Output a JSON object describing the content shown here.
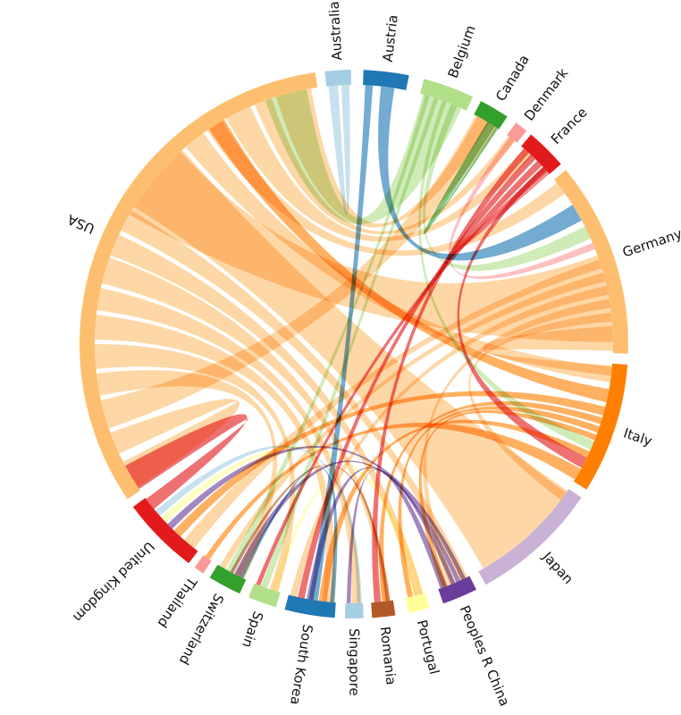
{
  "chart_data": {
    "type": "chord",
    "nodes": [
      {
        "id": "australia",
        "name": "Australia",
        "color": "#a6cee3",
        "start": -6.1,
        "end": -0.6
      },
      {
        "id": "austria",
        "name": "Austria",
        "color": "#1f78b4",
        "start": 2.0,
        "end": 11.6
      },
      {
        "id": "belgium",
        "name": "Belgium",
        "color": "#b2df8a",
        "start": 14.8,
        "end": 25.7
      },
      {
        "id": "canada",
        "name": "Canada",
        "color": "#33a02c",
        "start": 27.6,
        "end": 34.0
      },
      {
        "id": "denmark",
        "name": "Denmark",
        "color": "#fb9a99",
        "start": 36.2,
        "end": 39.0
      },
      {
        "id": "france",
        "name": "France",
        "color": "#e31a1c",
        "start": 40.2,
        "end": 49.0
      },
      {
        "id": "germany",
        "name": "Germany",
        "color": "#fdbf6f",
        "start": 50.6,
        "end": 92.0
      },
      {
        "id": "italy",
        "name": "Italy",
        "color": "#ff7f00",
        "start": 94.3,
        "end": 122.0
      },
      {
        "id": "japan",
        "name": "Japan",
        "color": "#cab2d6",
        "start": 124.0,
        "end": 151.3
      },
      {
        "id": "peoples-r-china",
        "name": "Peoples R China",
        "color": "#6a3d9a",
        "start": 153.5,
        "end": 161.0
      },
      {
        "id": "portugal",
        "name": "Portugal",
        "color": "#ffff99",
        "start": 164.0,
        "end": 168.5
      },
      {
        "id": "romania",
        "name": "Romania",
        "color": "#b15928",
        "start": 171.3,
        "end": 176.2
      },
      {
        "id": "singapore",
        "name": "Singapore",
        "color": "#a6cee3",
        "start": 178.0,
        "end": 181.9
      },
      {
        "id": "south-korea",
        "name": "South Korea",
        "color": "#1f78b4",
        "start": 184.0,
        "end": 194.6
      },
      {
        "id": "spain",
        "name": "Spain",
        "color": "#b2df8a",
        "start": 196.5,
        "end": 202.6
      },
      {
        "id": "switzerland",
        "name": "Switzerland",
        "color": "#33a02c",
        "start": 204.6,
        "end": 211.7
      },
      {
        "id": "thailand",
        "name": "Thailand",
        "color": "#fb9a99",
        "start": 213.3,
        "end": 215.5
      },
      {
        "id": "united-kingdom",
        "name": "United Kingdom",
        "color": "#e31a1c",
        "start": 217.0,
        "end": 233.6
      },
      {
        "id": "usa",
        "name": "USA",
        "color": "#fdbf6f",
        "start": 235.6,
        "end": 351.9
      }
    ],
    "links": [
      {
        "from": "usa",
        "fs": 236.5,
        "fe": 243.0,
        "to": "usa",
        "ts": 245.0,
        "te": 250.0
      },
      {
        "from": "usa",
        "fs": 251.0,
        "fe": 257.5,
        "to": "canada",
        "ts": 28.0,
        "te": 33.5
      },
      {
        "from": "usa",
        "fs": 258.5,
        "fe": 263.5,
        "to": "switzerland",
        "ts": 205.0,
        "te": 207.2
      },
      {
        "from": "usa",
        "fs": 264.5,
        "fe": 270.0,
        "to": "spain",
        "ts": 197.0,
        "te": 199.0
      },
      {
        "from": "usa",
        "fs": 271.0,
        "fe": 276.5,
        "to": "south-korea",
        "ts": 184.5,
        "te": 187.0
      },
      {
        "from": "usa",
        "fs": 277.5,
        "fe": 282.5,
        "to": "singapore",
        "ts": 178.5,
        "te": 180.5
      },
      {
        "from": "usa",
        "fs": 283.5,
        "fe": 289.5,
        "to": "romania",
        "ts": 171.8,
        "te": 173.2
      },
      {
        "from": "usa",
        "fs": 290.0,
        "fe": 295.0,
        "to": "portugal",
        "ts": 164.5,
        "te": 166.5
      },
      {
        "from": "usa",
        "fs": 296.0,
        "fe": 301.0,
        "to": "peoples-r-china",
        "ts": 154.0,
        "te": 156.0
      },
      {
        "from": "usa",
        "fs": 302.0,
        "fe": 318.5,
        "to": "japan",
        "ts": 124.5,
        "te": 150.0
      },
      {
        "from": "usa",
        "fs": 319.5,
        "fe": 324.5,
        "to": "italy",
        "ts": 95.0,
        "te": 98.5
      },
      {
        "from": "usa",
        "fs": 325.5,
        "fe": 329.5,
        "to": "germany",
        "ts": 51.5,
        "te": 54.5
      },
      {
        "from": "usa",
        "fs": 330.5,
        "fe": 336.5,
        "to": "france",
        "ts": 41.0,
        "te": 43.5
      },
      {
        "from": "usa",
        "fs": 337.5,
        "fe": 341.5,
        "to": "denmark",
        "ts": 36.6,
        "te": 38.5
      },
      {
        "from": "usa",
        "fs": 342.5,
        "fe": 350.5,
        "to": "canada",
        "ts": 28.5,
        "te": 31.5
      },
      {
        "from": "australia",
        "fs": -5.6,
        "fe": -3.5,
        "to": "australia",
        "ts": -2.8,
        "te": -1.0
      },
      {
        "from": "austria",
        "fs": 2.5,
        "fe": 4.2,
        "to": "south-korea",
        "ts": 188.0,
        "te": 190.0
      },
      {
        "from": "austria",
        "fs": 6.0,
        "fe": 9.0,
        "to": "germany",
        "ts": 57.5,
        "te": 61.5
      },
      {
        "from": "belgium",
        "fs": 15.5,
        "fe": 24.5,
        "to": "usa",
        "ts": 340.0,
        "te": 349.5
      },
      {
        "from": "belgium",
        "fs": 16.0,
        "fe": 17.0,
        "to": "switzerland",
        "ts": 208.0,
        "te": 209.5
      },
      {
        "from": "belgium",
        "fs": 18.0,
        "fe": 19.0,
        "to": "spain",
        "ts": 199.5,
        "te": 201.0
      },
      {
        "from": "belgium",
        "fs": 20.0,
        "fe": 21.0,
        "to": "italy",
        "ts": 112.0,
        "te": 114.0
      },
      {
        "from": "belgium",
        "fs": 22.0,
        "fe": 23.5,
        "to": "germany",
        "ts": 63.0,
        "te": 66.0
      },
      {
        "from": "canada",
        "fs": 31.0,
        "fe": 33.0,
        "to": "canada",
        "ts": 33.2,
        "te": 33.8
      },
      {
        "from": "denmark",
        "fs": 37.0,
        "fe": 38.3,
        "to": "germany",
        "ts": 67.0,
        "te": 68.5
      },
      {
        "from": "france",
        "fs": 41.0,
        "fe": 42.5,
        "to": "romania",
        "ts": 174.0,
        "te": 175.5
      },
      {
        "from": "france",
        "fs": 43.0,
        "fe": 44.5,
        "to": "south-korea",
        "ts": 191.0,
        "te": 192.5
      },
      {
        "from": "france",
        "fs": 45.0,
        "fe": 46.5,
        "to": "spain",
        "ts": 201.2,
        "te": 202.2
      },
      {
        "from": "france",
        "fs": 47.0,
        "fe": 48.5,
        "to": "france",
        "ts": 48.6,
        "te": 48.9
      },
      {
        "from": "france",
        "fs": 46.8,
        "fe": 48.0,
        "to": "italy",
        "ts": 116.0,
        "te": 118.5
      },
      {
        "from": "germany",
        "fs": 70.0,
        "fe": 89.5,
        "to": "usa",
        "ts": 300.0,
        "te": 318.0
      },
      {
        "from": "germany",
        "fs": 71.0,
        "fe": 73.0,
        "to": "united-kingdom",
        "ts": 218.0,
        "te": 221.0
      },
      {
        "from": "germany",
        "fs": 74.0,
        "fe": 76.0,
        "to": "switzerland",
        "ts": 209.8,
        "te": 211.2
      },
      {
        "from": "germany",
        "fs": 77.0,
        "fe": 79.0,
        "to": "south-korea",
        "ts": 192.7,
        "te": 194.2
      },
      {
        "from": "germany",
        "fs": 80.0,
        "fe": 82.0,
        "to": "peoples-r-china",
        "ts": 157.0,
        "te": 158.5
      },
      {
        "from": "germany",
        "fs": 83.0,
        "fe": 85.0,
        "to": "japan",
        "ts": 125.0,
        "te": 127.0
      },
      {
        "from": "germany",
        "fs": 86.0,
        "fe": 91.5,
        "to": "italy",
        "ts": 94.8,
        "te": 97.0
      },
      {
        "from": "italy",
        "fs": 100.0,
        "fe": 103.0,
        "to": "usa",
        "ts": 326.0,
        "te": 330.0
      },
      {
        "from": "italy",
        "fs": 104.0,
        "fe": 106.0,
        "to": "united-kingdom",
        "ts": 222.0,
        "te": 224.0
      },
      {
        "from": "italy",
        "fs": 106.5,
        "fe": 108.0,
        "to": "romania",
        "ts": 172.5,
        "te": 173.8
      },
      {
        "from": "italy",
        "fs": 108.5,
        "fe": 110.0,
        "to": "portugal",
        "ts": 166.8,
        "te": 168.0
      },
      {
        "from": "italy",
        "fs": 110.5,
        "fe": 111.8,
        "to": "peoples-r-china",
        "ts": 158.7,
        "te": 160.0
      },
      {
        "from": "italy",
        "fs": 114.5,
        "fe": 116.0,
        "to": "south-korea",
        "ts": 186.0,
        "te": 187.8
      },
      {
        "from": "italy",
        "fs": 118.8,
        "fe": 121.5,
        "to": "thailand",
        "ts": 213.8,
        "te": 215.0
      },
      {
        "from": "peoples-r-china",
        "fs": 154.5,
        "fe": 155.5,
        "to": "united-kingdom",
        "ts": 224.5,
        "te": 226.0
      },
      {
        "from": "peoples-r-china",
        "fs": 155.8,
        "fe": 156.8,
        "to": "switzerland",
        "ts": 206.0,
        "te": 207.5
      },
      {
        "from": "peoples-r-china",
        "fs": 157.0,
        "fe": 158.0,
        "to": "south-korea",
        "ts": 189.0,
        "te": 190.5
      },
      {
        "from": "peoples-r-china",
        "fs": 159.0,
        "fe": 160.5,
        "to": "singapore",
        "ts": 180.7,
        "te": 181.6
      },
      {
        "from": "portugal",
        "fs": 164.5,
        "fe": 165.5,
        "to": "united-kingdom",
        "ts": 226.5,
        "te": 228.0
      },
      {
        "from": "portugal",
        "fs": 165.8,
        "fe": 166.8,
        "to": "spain",
        "ts": 197.5,
        "te": 198.5
      },
      {
        "from": "romania",
        "fs": 172.0,
        "fe": 172.8,
        "to": "switzerland",
        "ts": 207.7,
        "te": 208.5
      },
      {
        "from": "singapore",
        "fs": 178.3,
        "fe": 179.3,
        "to": "united-kingdom",
        "ts": 228.5,
        "te": 230.0
      },
      {
        "from": "united-kingdom",
        "fs": 230.5,
        "fe": 233.3,
        "to": "usa",
        "ts": 236.0,
        "te": 242.0
      },
      {
        "from": "south-korea",
        "fs": 184.3,
        "fe": 185.3,
        "to": "switzerland",
        "ts": 205.3,
        "te": 206.0
      }
    ]
  }
}
